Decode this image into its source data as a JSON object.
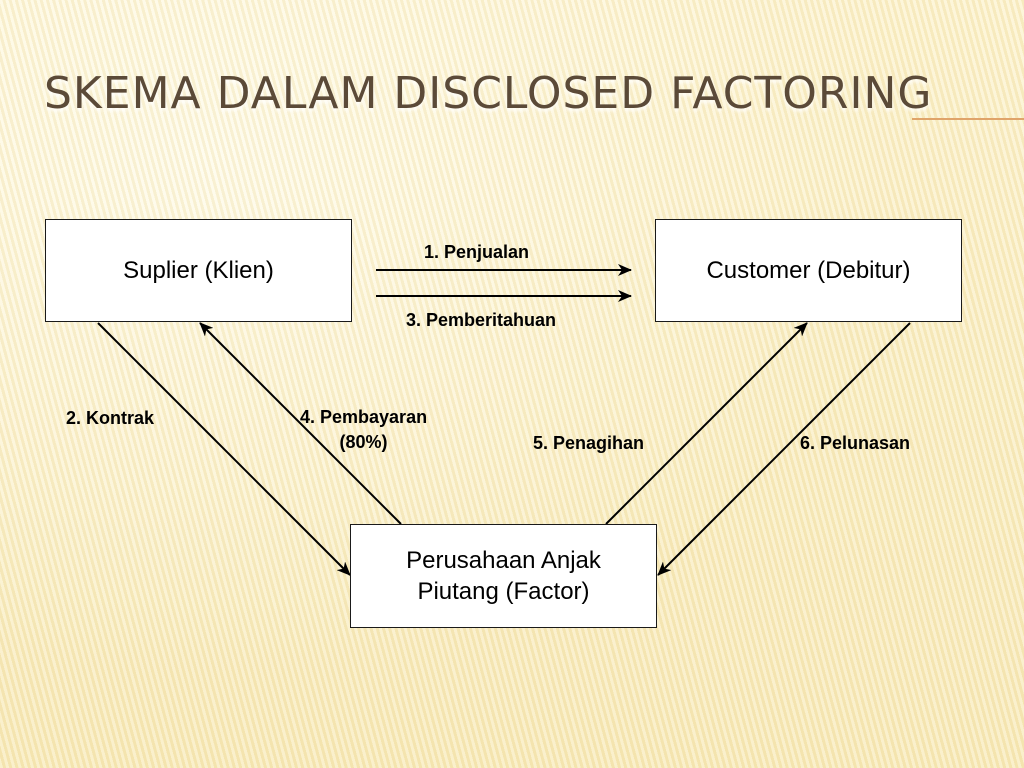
{
  "title": "SKEMA DALAM DISCLOSED FACTORING",
  "nodes": {
    "supplier": "Suplier (Klien)",
    "customer": "Customer (Debitur)",
    "factor_line1": "Perusahaan Anjak",
    "factor_line2": "Piutang (Factor)"
  },
  "edges": {
    "penjualan": "1.  Penjualan",
    "kontrak": "2.  Kontrak",
    "pemberitahuan": "3.  Pemberitahuan",
    "pembayaran_line1": "4.  Pembayaran",
    "pembayaran_line2": "(80%)",
    "penagihan": "5.  Penagihan",
    "pelunasan": "6.  Pelunasan"
  },
  "colors": {
    "title": "#5b4a38",
    "background": "#fbf0c4",
    "accent_rule": "#e0a46a"
  }
}
